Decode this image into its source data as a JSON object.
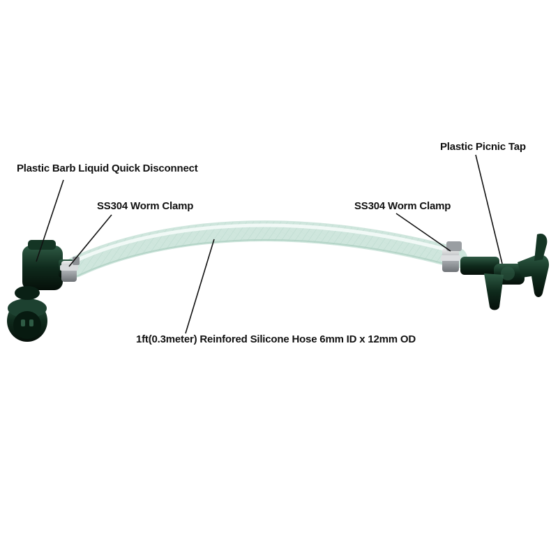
{
  "labels": {
    "quick_disconnect": "Plastic Barb Liquid Quick Disconnect",
    "worm_clamp_left": "SS304 Worm Clamp",
    "worm_clamp_right": "SS304 Worm Clamp",
    "picnic_tap": "Plastic Picnic Tap",
    "hose": "1ft(0.3meter) Reinfored Silicone Hose 6mm ID x 12mm OD"
  },
  "colors": {
    "fitting": "#0f2a1c",
    "hose": "#dff0ea",
    "clamp": "#b9bcc0",
    "leader": "#111111",
    "background": "#ffffff"
  }
}
